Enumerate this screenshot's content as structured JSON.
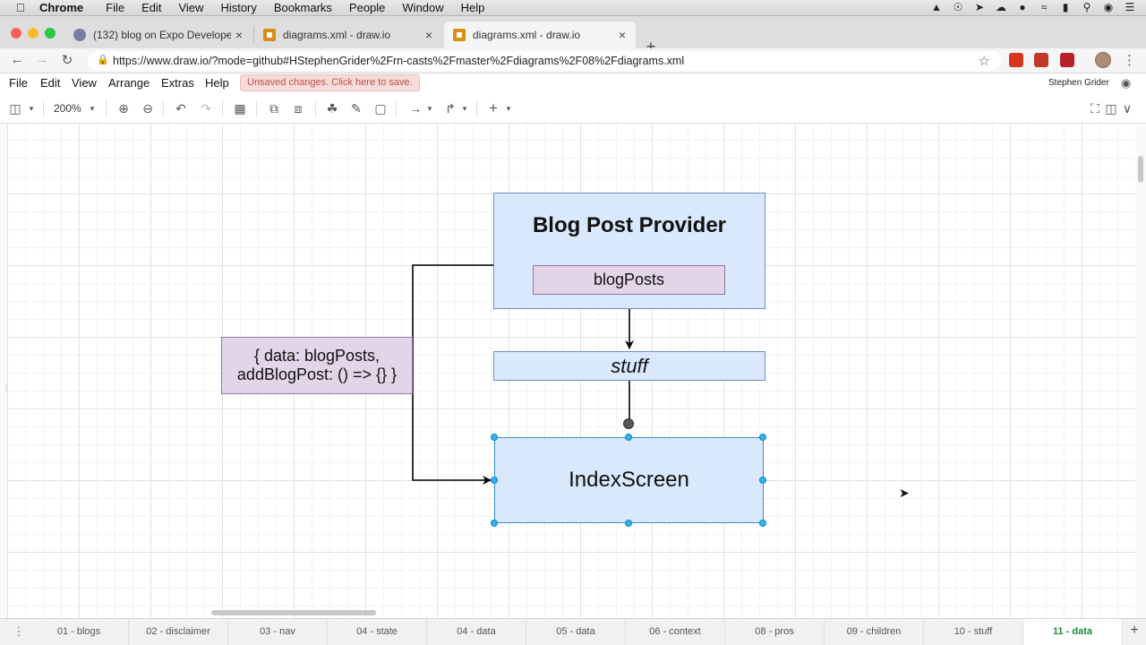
{
  "mac_menu": {
    "app": "Chrome",
    "items": [
      "File",
      "Edit",
      "View",
      "History",
      "Bookmarks",
      "People",
      "Window",
      "Help"
    ],
    "status_icons": [
      "vlc-icon",
      "glasses-icon",
      "bird-icon",
      "cloud-icon",
      "dark-circle-icon",
      "wifi-icon",
      "battery-icon",
      "search-icon",
      "siri-icon",
      "list-icon"
    ]
  },
  "browser": {
    "tabs": [
      {
        "title": "(132) blog on Expo Developer",
        "icon": "expo-favicon-icon",
        "active": false
      },
      {
        "title": "diagrams.xml - draw.io",
        "icon": "drawio-favicon-icon",
        "active": false
      },
      {
        "title": "diagrams.xml - draw.io",
        "icon": "drawio-favicon-icon",
        "active": true
      }
    ],
    "url": "https://www.draw.io/?mode=github#HStephenGrider%2Frn-casts%2Fmaster%2Fdiagrams%2F08%2Fdiagrams.xml",
    "ext_colors": [
      "#d6361d",
      "#c0392b",
      "#b8202a"
    ]
  },
  "drawio": {
    "menu": [
      "File",
      "Edit",
      "View",
      "Arrange",
      "Extras",
      "Help"
    ],
    "unsaved": "Unsaved changes. Click here to save.",
    "user": "Stephen Grider",
    "zoom": "200%",
    "pages": [
      "01 - blogs",
      "02 - disclaimer",
      "03 - nav",
      "04 - state",
      "04 - data",
      "05 - data",
      "06 - context",
      "08 - pros",
      "09 - children",
      "10 - stuff",
      "11 - data"
    ],
    "active_page": "11 - data"
  },
  "diagram": {
    "provider_title": "Blog Post Provider",
    "blog_posts": "blogPosts",
    "stuff": "stuff",
    "index_screen": "IndexScreen",
    "data_line1": "{ data: blogPosts,",
    "data_line2": "addBlogPost: () => {} }"
  },
  "colors": {
    "blue_fill": "#dae8fc",
    "blue_stroke": "#6c8ebf",
    "purple_fill": "#e1d5e7",
    "purple_stroke": "#9673a6",
    "selection": "#29b6f2",
    "active_page_text": "#1b8a3c"
  }
}
